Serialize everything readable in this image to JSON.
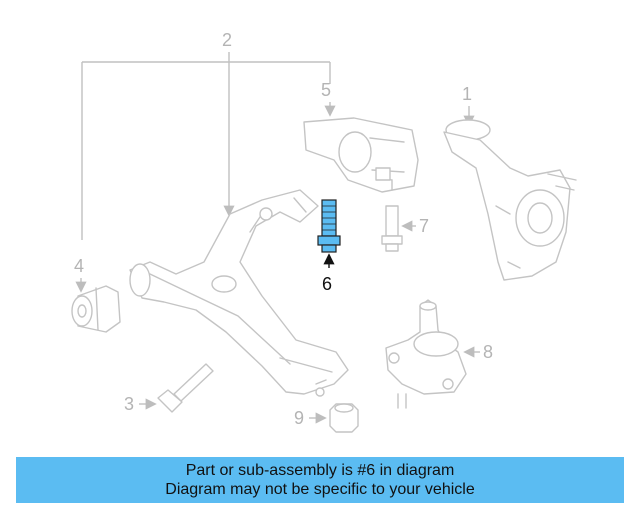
{
  "callouts": {
    "c1": "1",
    "c2": "2",
    "c3": "3",
    "c4": "4",
    "c5": "5",
    "c6": "6",
    "c7": "7",
    "c8": "8",
    "c9": "9"
  },
  "highlighted_part": "6",
  "colors": {
    "highlight_part": "#5bbcf2",
    "banner_background": "#5bbcf2",
    "part_outline": "#c4c4c4",
    "callout_inactive": "#b4b4b4"
  },
  "banner": {
    "line1": "Part or sub-assembly is #6 in diagram",
    "line2": "Diagram may not be specific to your vehicle"
  }
}
